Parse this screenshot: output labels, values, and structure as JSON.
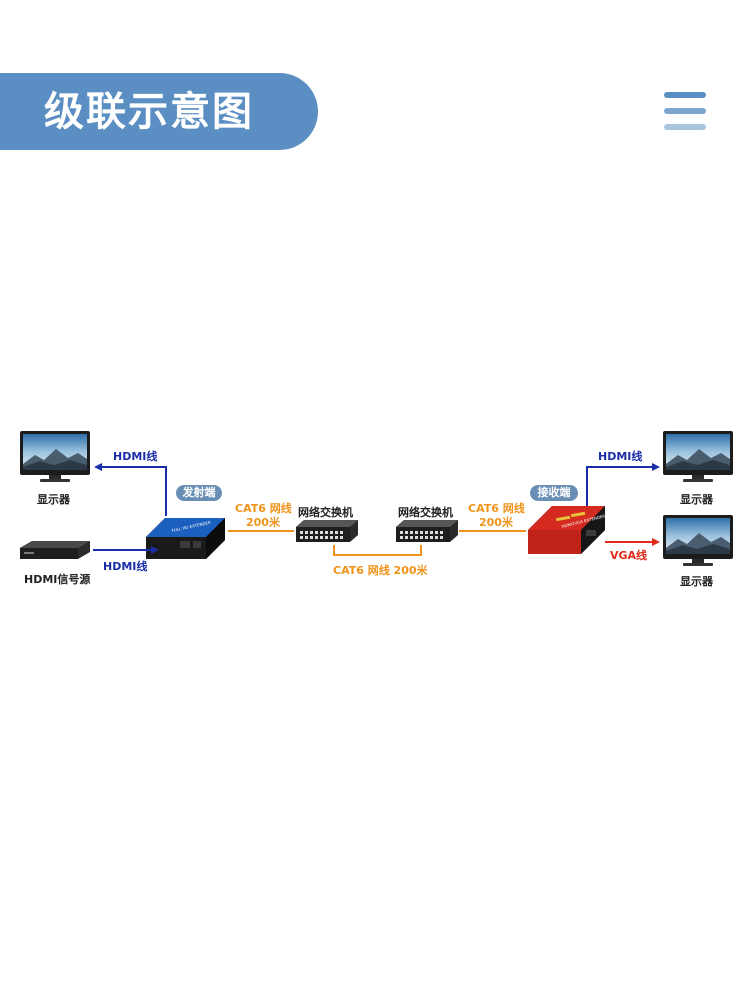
{
  "header": {
    "title": "级联示意图",
    "banner_color": "#5b8ec2",
    "menu_icon": "menu-icon"
  },
  "diagram": {
    "transmitter_label": "发射端",
    "receiver_label": "接收端",
    "monitor_label": "显示器",
    "source_label": "HDMI信号源",
    "switch_label": "网络交换机",
    "hdmi_cable": "HDMI线",
    "vga_cable": "VGA线",
    "cat6_cable": "CAT6 网线",
    "distance": "200米",
    "cat6_middle": "CAT6 网线 200米",
    "transmitter_device_text": "FULL HD EXTENDER",
    "receiver_device_text": "HDMI2VGA EXTENDER",
    "colors": {
      "hdmi": "#1a2ea8",
      "vga": "#e02a1a",
      "cat6": "#f0931a",
      "pill": "#6a8fb5"
    }
  }
}
